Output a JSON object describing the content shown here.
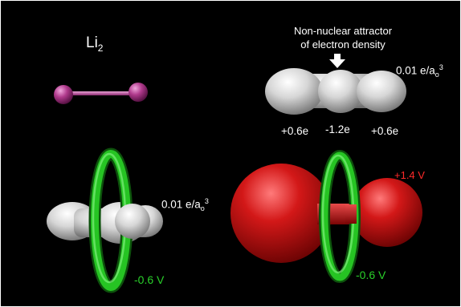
{
  "title": {
    "base": "Li",
    "subscript": "2"
  },
  "annotation": {
    "line1": "Non-nuclear attractor",
    "line2": "of electron density"
  },
  "density_top": {
    "value": "0.01 e/a",
    "sub": "o",
    "sup": "3"
  },
  "density_bottom": {
    "value": "0.01 e/a",
    "sub": "o",
    "sup": "3"
  },
  "charges": {
    "left": "+0.6e",
    "center": "-1.2e",
    "right": "+0.6e"
  },
  "potentials": {
    "ring_left": "-0.6 V",
    "ring_right": "-0.6 V",
    "red_lobes": "+1.4 V"
  },
  "colors": {
    "background": "#000000",
    "border": "#ffffff",
    "atom": "#b03a8c",
    "density": "#d8d8d8",
    "negative_potential": "#23c21f",
    "positive_potential": "#cc0f14",
    "label_green": "#29d02a",
    "label_red": "#ff2a2a"
  }
}
